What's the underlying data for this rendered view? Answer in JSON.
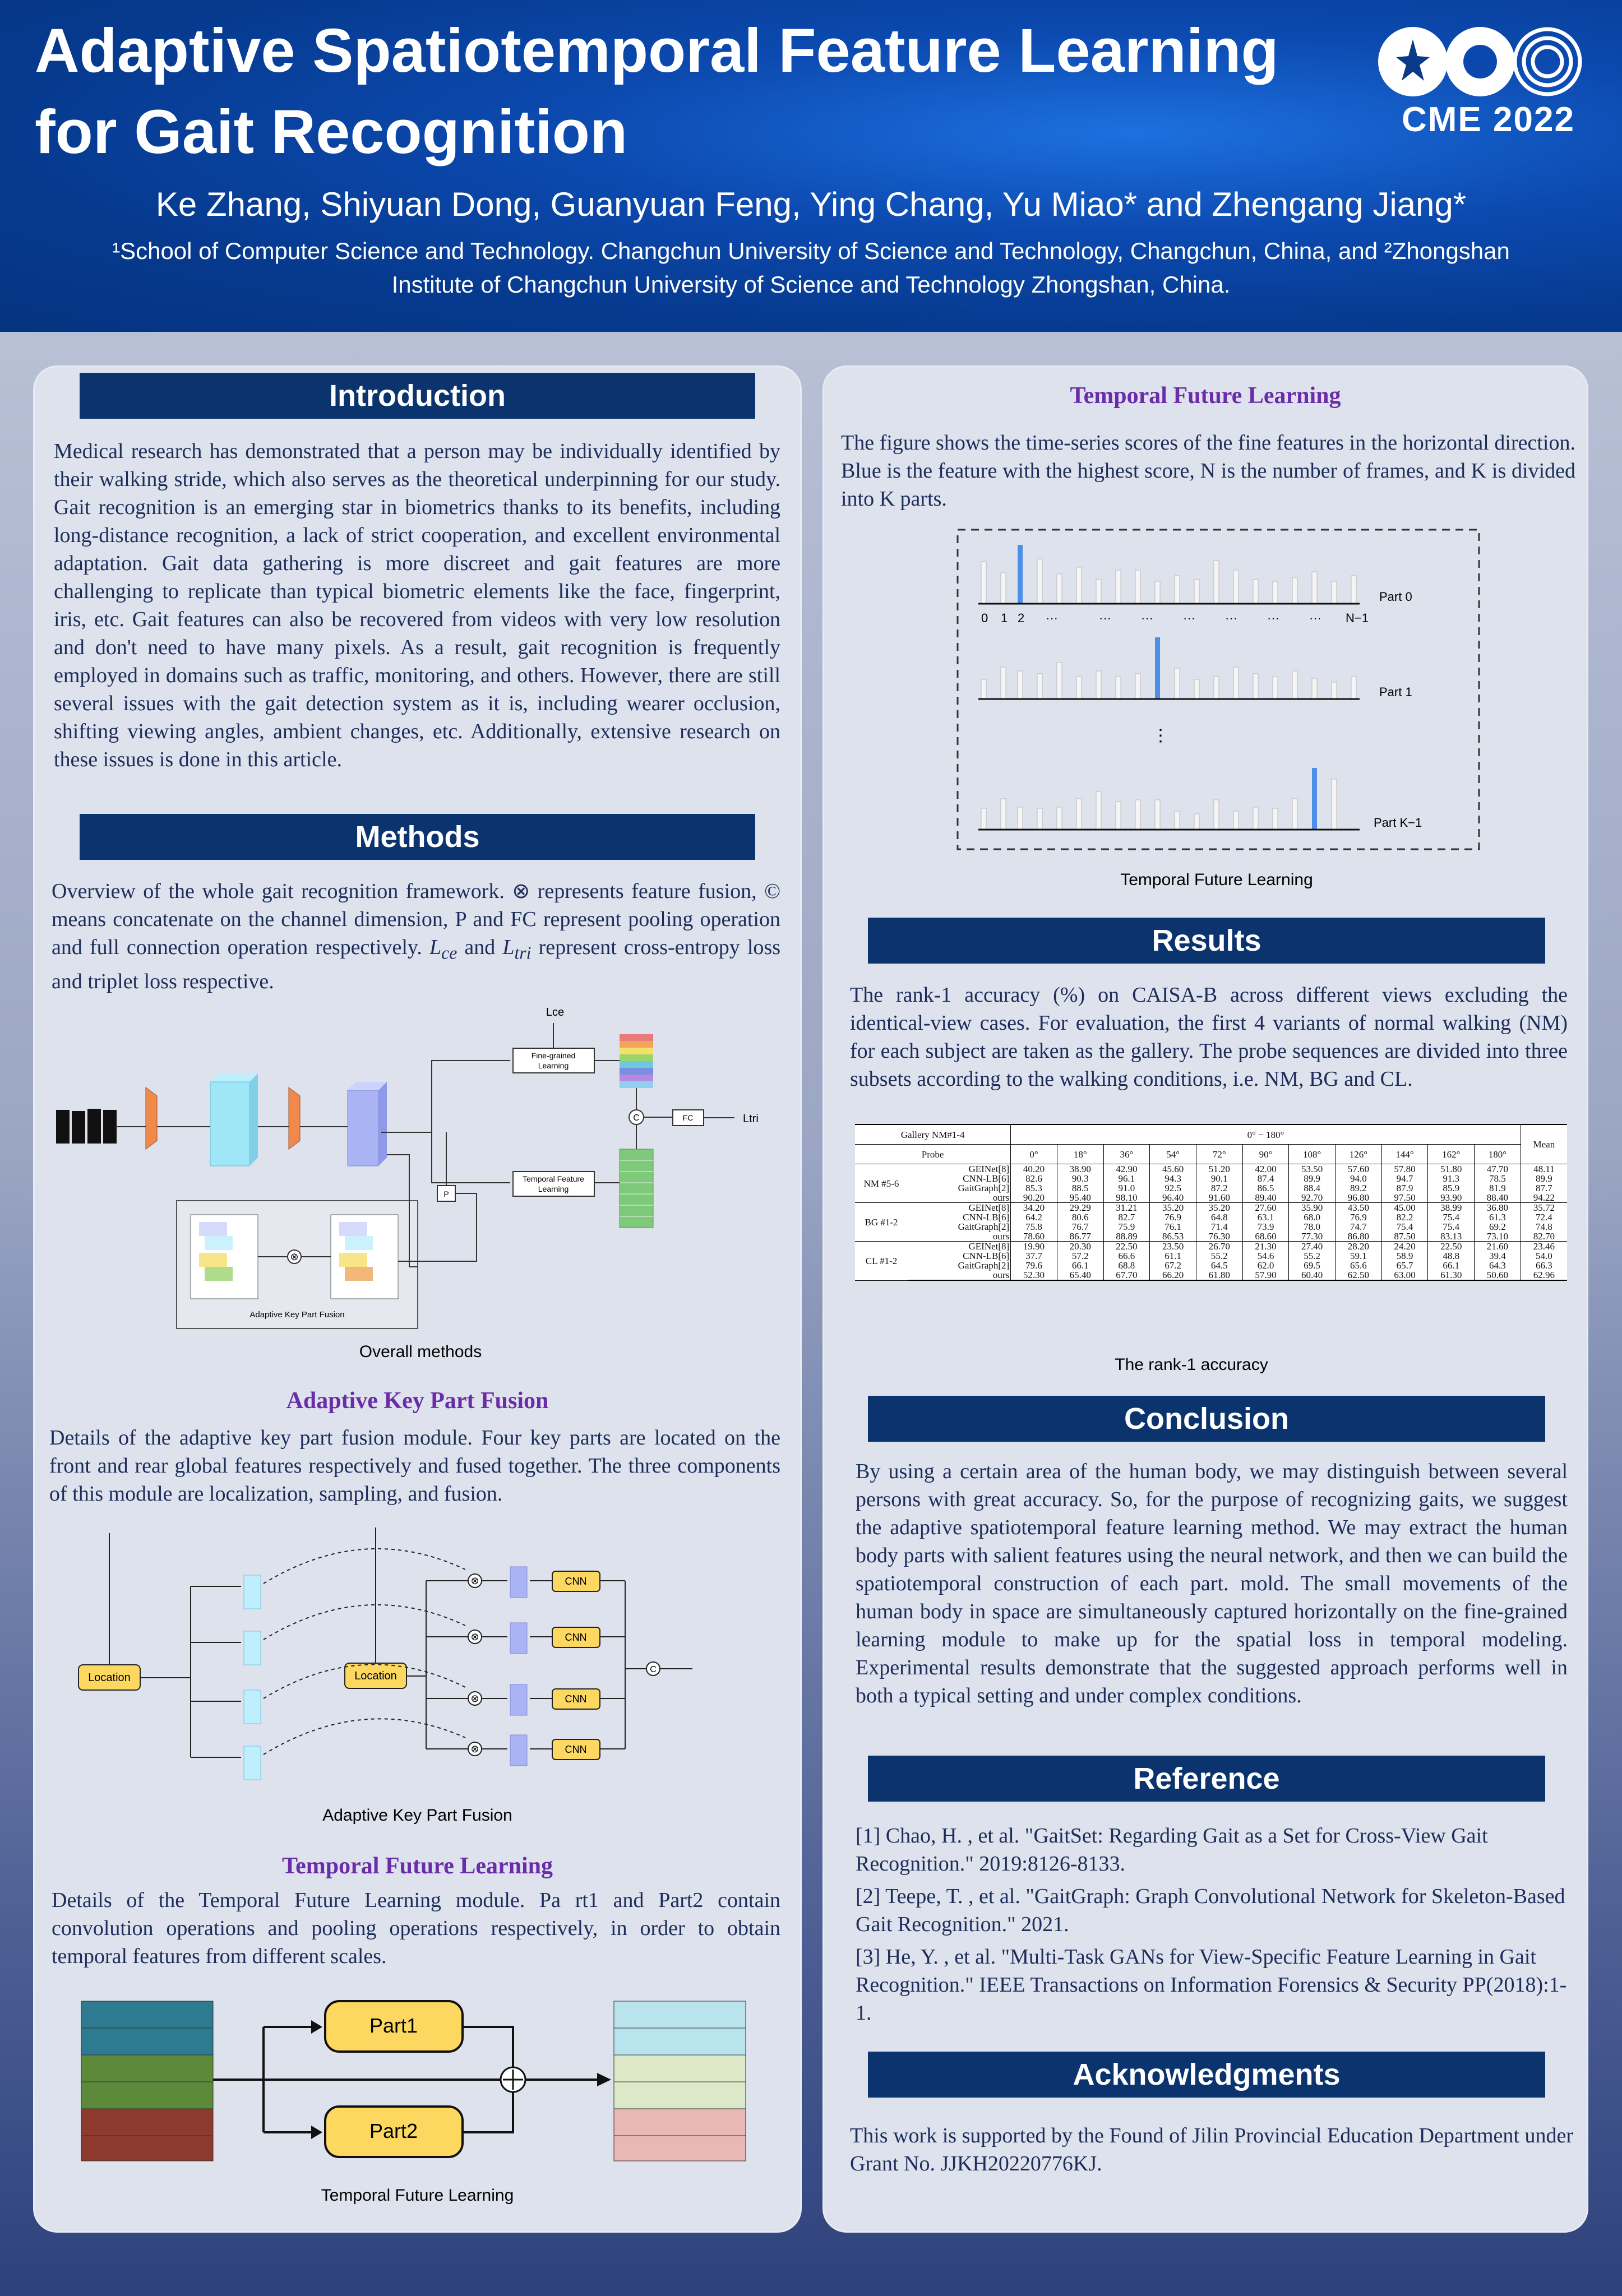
{
  "header": {
    "title_line1": "Adaptive Spatiotemporal Feature Learning",
    "title_line2": "for Gait Recognition",
    "authors": "Ke Zhang, Shiyuan Dong, Guanyuan Feng, Ying Chang, Yu Miao* and Zhengang Jiang*",
    "affil_line1": "¹School of Computer Science and Technology. Changchun University of Science and Technology, Changchun, China, and ²Zhongshan",
    "affil_line2": "Institute of Changchun University of Science and Technology Zhongshan, China.",
    "conference": "CME  2022"
  },
  "introduction": {
    "heading": "Introduction",
    "body": "Medical research has demonstrated that a person may be individually identified by their walking stride, which also serves as the theoretical underpinning for our study. Gait recognition is an emerging star in biometrics thanks to its benefits, including long-distance recognition, a lack of strict cooperation, and excellent environmental adaptation. Gait data gathering is more discreet and gait features are more challenging to replicate than typical biometric elements like the face, fingerprint, iris, etc. Gait features can also be recovered from videos with very low resolution and don't need to have many pixels. As a result, gait recognition is frequently employed in domains such as traffic, monitoring, and others. However, there are still several issues with the gait detection system as it is, including wearer occlusion, shifting viewing angles, ambient changes, etc. Additionally, extensive research on these issues is done in this article."
  },
  "methods": {
    "heading": "Methods",
    "body": "Overview of the whole gait recognition framework. ⊗ represents feature fusion, © means concatenate on the channel dimension, P and FC represent pooling operation and full connection operation respectively. Lce and Ltri represent cross-entropy loss and triplet loss respective.",
    "fig_caption": "Overall methods",
    "fig_labels": {
      "lce": "Lce",
      "ltri": "Ltri",
      "fine": "Fine-grained",
      "fine2": "Learning",
      "temporal": "Temporal Feature",
      "temporal2": "Learning",
      "p": "P",
      "fc": "FC",
      "c": "C",
      "akpf": "Adaptive Key Part Fusion"
    },
    "akpf_heading": "Adaptive Key Part Fusion",
    "akpf_body": "Details of the adaptive key part fusion module. Four key parts are located on the front and rear global features respectively and fused together. The three components of this module are localization, sampling, and fusion.",
    "akpf_caption": "Adaptive Key Part Fusion",
    "akpf_labels": {
      "location": "Location",
      "cnn": "CNN",
      "c": "C"
    },
    "tfl_heading": "Temporal Future Learning",
    "tfl_body": "Details of the Temporal Future Learning module. Pa rt1 and Part2 contain convolution operations and pooling operations respectively, in order to obtain temporal features from different scales.",
    "tfl_caption": "Temporal Future Learning",
    "tfl_labels": {
      "part1": "Part1",
      "part2": "Part2"
    }
  },
  "right": {
    "tfl_heading": "Temporal Future Learning",
    "tfl_body": "The figure shows the time-series scores of the fine features in the horizontal direction. Blue is the feature with the highest score, N is the number of frames, and K is divided into K parts.",
    "tfl_caption": "Temporal Future Learning",
    "tfl_labels": {
      "part0": "Part 0",
      "part1": "Part 1",
      "partk": "Part K−1",
      "n0": "0",
      "n1": "1",
      "n2": "2",
      "dots": "···",
      "nn": "N−1",
      "vdots": "⋮"
    }
  },
  "results": {
    "heading": "Results",
    "body": "The rank-1 accuracy (%) on CAISA-B across different views excluding the identical-view cases. For evaluation, the first 4 variants of normal walking (NM) for each subject are taken as the gallery. The probe sequences are divided into three subsets according to the walking conditions, i.e. NM, BG and CL.",
    "caption": "The rank-1 accuracy",
    "table": {
      "gallery": "Gallery NM#1-4",
      "range": "0° − 180°",
      "probe": "Probe",
      "mean": "Mean",
      "angles": [
        "0°",
        "18°",
        "36°",
        "54°",
        "72°",
        "90°",
        "108°",
        "126°",
        "144°",
        "162°",
        "180°"
      ],
      "groups": [
        {
          "name": "NM #5-6",
          "rows": [
            {
              "m": "GEINet[8]",
              "v": [
                "40.20",
                "38.90",
                "42.90",
                "45.60",
                "51.20",
                "42.00",
                "53.50",
                "57.60",
                "57.80",
                "51.80",
                "47.70",
                "48.11"
              ]
            },
            {
              "m": "CNN-LB[6]",
              "v": [
                "82.6",
                "90.3",
                "96.1",
                "94.3",
                "90.1",
                "87.4",
                "89.9",
                "94.0",
                "94.7",
                "91.3",
                "78.5",
                "89.9"
              ]
            },
            {
              "m": "GaitGraph[2]",
              "v": [
                "85.3",
                "88.5",
                "91.0",
                "92.5",
                "87.2",
                "86.5",
                "88.4",
                "89.2",
                "87.9",
                "85.9",
                "81.9",
                "87.7"
              ]
            },
            {
              "m": "ours",
              "v": [
                "90.20",
                "95.40",
                "98.10",
                "96.40",
                "91.60",
                "89.40",
                "92.70",
                "96.80",
                "97.50",
                "93.90",
                "88.40",
                "94.22"
              ]
            }
          ]
        },
        {
          "name": "BG #1-2",
          "rows": [
            {
              "m": "GEINet[8]",
              "v": [
                "34.20",
                "29.29",
                "31.21",
                "35.20",
                "35.20",
                "27.60",
                "35.90",
                "43.50",
                "45.00",
                "38.99",
                "36.80",
                "35.72"
              ]
            },
            {
              "m": "CNN-LB[6]",
              "v": [
                "64.2",
                "80.6",
                "82.7",
                "76.9",
                "64.8",
                "63.1",
                "68.0",
                "76.9",
                "82.2",
                "75.4",
                "61.3",
                "72.4"
              ]
            },
            {
              "m": "GaitGraph[2]",
              "v": [
                "75.8",
                "76.7",
                "75.9",
                "76.1",
                "71.4",
                "73.9",
                "78.0",
                "74.7",
                "75.4",
                "75.4",
                "69.2",
                "74.8"
              ]
            },
            {
              "m": "ours",
              "v": [
                "78.60",
                "86.77",
                "88.89",
                "86.53",
                "76.30",
                "68.60",
                "77.30",
                "86.80",
                "87.50",
                "83.13",
                "73.10",
                "82.70"
              ]
            }
          ]
        },
        {
          "name": "CL #1-2",
          "rows": [
            {
              "m": "GEINet[8]",
              "v": [
                "19.90",
                "20.30",
                "22.50",
                "23.50",
                "26.70",
                "21.30",
                "27.40",
                "28.20",
                "24.20",
                "22.50",
                "21.60",
                "23.46"
              ]
            },
            {
              "m": "CNN-LB[6]",
              "v": [
                "37.7",
                "57.2",
                "66.6",
                "61.1",
                "55.2",
                "54.6",
                "55.2",
                "59.1",
                "58.9",
                "48.8",
                "39.4",
                "54.0"
              ]
            },
            {
              "m": "GaitGraph[2]",
              "v": [
                "79.6",
                "66.1",
                "68.8",
                "67.2",
                "64.5",
                "62.0",
                "69.5",
                "65.6",
                "65.7",
                "66.1",
                "64.3",
                "66.3"
              ]
            },
            {
              "m": "ours",
              "v": [
                "52.30",
                "65.40",
                "67.70",
                "66.20",
                "61.80",
                "57.90",
                "60.40",
                "62.50",
                "63.00",
                "61.30",
                "50.60",
                "62.96"
              ]
            }
          ]
        }
      ]
    }
  },
  "conclusion": {
    "heading": "Conclusion",
    "body": "By using a certain area of the human body, we may distinguish between several persons with great accuracy. So, for the purpose of recognizing gaits, we suggest the adaptive spatiotemporal feature learning method. We may extract the human body parts with salient features using the neural network, and then we can build the spatiotemporal construction of each part. mold. The small movements of the human body in space are simultaneously captured horizontally on the fine-grained learning module to make up for the spatial loss in temporal modeling. Experimental results demonstrate that the suggested approach performs well in both a typical setting and under complex conditions."
  },
  "reference": {
    "heading": "Reference",
    "items": [
      "[1] Chao, H. , et al. \"GaitSet: Regarding Gait as a Set for Cross-View Gait Recognition.\" 2019:8126-8133.",
      "[2] Teepe, T. , et al. \"GaitGraph: Graph Convolutional Network for Skeleton-Based Gait Recognition.\" 2021.",
      "[3] He, Y. , et al. \"Multi-Task GANs for View-Specific Feature Learning in Gait Recognition.\" IEEE Transactions on Information Forensics & Security PP(2018):1-1."
    ]
  },
  "acknowledgments": {
    "heading": "Acknowledgments",
    "body": "This work is supported by the Found of Jilin Provincial Education Department under Grant No. JJKH20220776KJ."
  },
  "colors": {
    "header": "#0b48ad",
    "bar": "#0b336e",
    "subheading": "#6a2ca8",
    "highlight": "#4d8fe8"
  }
}
